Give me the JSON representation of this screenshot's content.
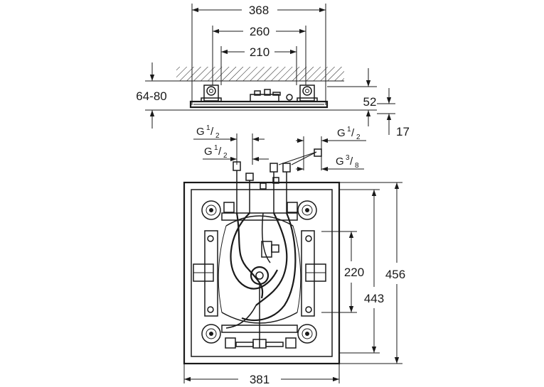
{
  "dimensions": {
    "top_overall_width": "368",
    "top_mount_spacing": "260",
    "top_inner_spacing": "210",
    "ceiling_depth": "64-80",
    "housing_height": "52",
    "plate_thickness": "17",
    "plan_width": "381",
    "plan_outer_length": "456",
    "plan_inner_length": "443",
    "plan_mount_spacing": "220"
  },
  "connections": {
    "left_outer": {
      "prefix": "G",
      "num": "1",
      "den": "2"
    },
    "left_inner": {
      "prefix": "G",
      "num": "1",
      "den": "2"
    },
    "right_outer": {
      "prefix": "G",
      "num": "1",
      "den": "2"
    },
    "right_inner": {
      "prefix": "G",
      "num": "3",
      "den": "8"
    }
  },
  "colors": {
    "line": "#1a1a1a",
    "background": "#ffffff"
  }
}
